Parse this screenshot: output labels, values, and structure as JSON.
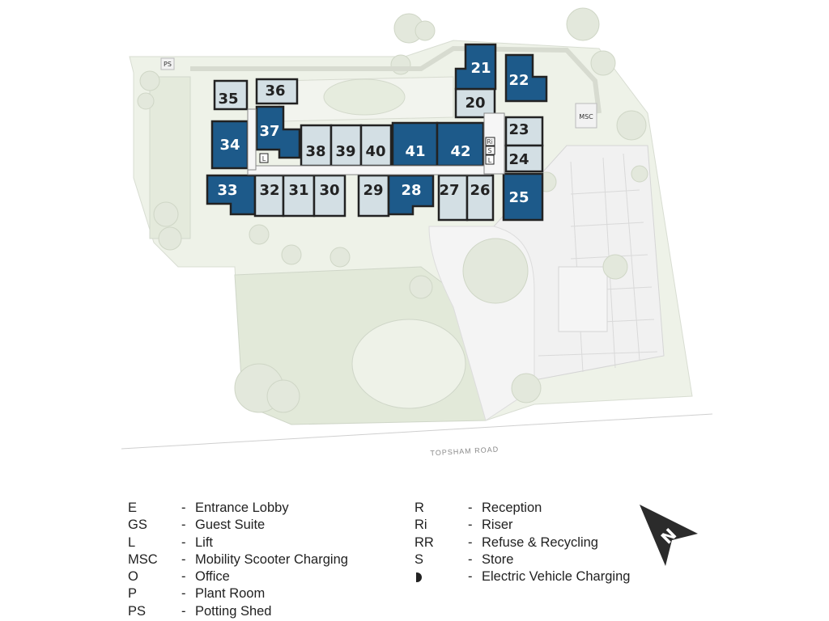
{
  "road": {
    "name": "TOPSHAM ROAD"
  },
  "colors": {
    "dark_unit": "#1d5a8a",
    "light_unit": "#d3dfe4",
    "ground": "#eef2e8",
    "grass": "#dfe6d6",
    "tree": "#e3e8dc",
    "paving": "#f0f0f0"
  },
  "units": {
    "dark": [
      "21",
      "22",
      "25",
      "28",
      "33",
      "34",
      "37",
      "41",
      "42"
    ],
    "light": [
      "20",
      "23",
      "24",
      "26",
      "27",
      "29",
      "30",
      "31",
      "32",
      "35",
      "36",
      "38",
      "39",
      "40"
    ]
  },
  "building_labels": {
    "msc": "MSC",
    "ps": "PS",
    "l1": "L",
    "l2": "L",
    "ri": "Ri",
    "s": "S"
  },
  "legend": {
    "left": [
      {
        "code": "E",
        "desc": "Entrance Lobby"
      },
      {
        "code": "GS",
        "desc": "Guest Suite"
      },
      {
        "code": "L",
        "desc": "Lift"
      },
      {
        "code": "MSC",
        "desc": "Mobility Scooter Charging"
      },
      {
        "code": "O",
        "desc": "Office"
      },
      {
        "code": "P",
        "desc": "Plant Room"
      },
      {
        "code": "PS",
        "desc": "Potting Shed"
      }
    ],
    "right": [
      {
        "code": "R",
        "desc": "Reception"
      },
      {
        "code": "Ri",
        "desc": "Riser"
      },
      {
        "code": "RR",
        "desc": "Refuse & Recycling"
      },
      {
        "code": "S",
        "desc": "Store"
      },
      {
        "code": "",
        "icon": "ev-charging-icon",
        "desc": "Electric Vehicle Charging"
      }
    ],
    "dash": "-"
  },
  "north_arrow": {
    "letter": "N"
  }
}
